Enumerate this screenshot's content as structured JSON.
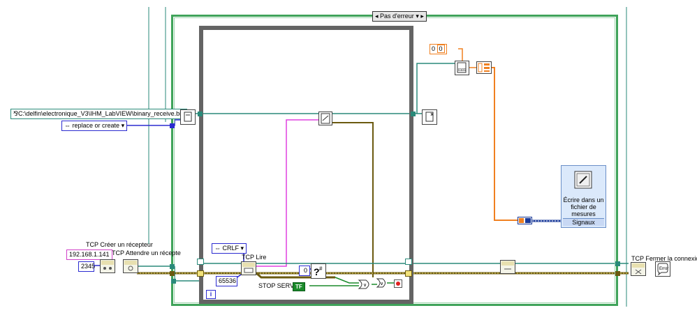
{
  "case_structure": {
    "selector_label": "Pas d'erreur",
    "selector_arrow": "▾"
  },
  "constants": {
    "file_path": "C:\\delfin\\electronique_V3\\IHM_LabVIEW\\binary_receive.bin",
    "file_path_prefix": "⅋",
    "open_operation": "replace or create",
    "enum_prefix": "⇔",
    "enum_arrow": "▾",
    "tcp_address": "192.168.1.141",
    "tcp_port": "2345",
    "bytes_to_read": "65536",
    "mode_crlf": "CRLF",
    "numeric_zero": "0",
    "array_zero_index": "0",
    "array_zero_value": "0",
    "bool_true": "TF"
  },
  "labels": {
    "tcp_create_listener": "TCP Créer un récepteur",
    "tcp_wait_listener": "TCP Attendre un récepte",
    "tcp_read": "TCP Lire",
    "stop_server": "STOP SERVER",
    "tcp_close": "TCP Fermer la connexion"
  },
  "express_vi": {
    "title": "Écrire dans un fichier de mesures",
    "signal_label": "Signaux",
    "icon": "pencil-write-icon"
  },
  "loop": {
    "iteration_symbol": "i"
  },
  "colors": {
    "case_frame": "#3fa35a",
    "while_frame": "#646464",
    "wire_path": "#2a8a7a",
    "wire_error": "#6b5a10",
    "wire_string": "#e040e0",
    "wire_numeric_dbl": "#f08020",
    "wire_enum": "#2b2bd0",
    "wire_bool": "#1a8a2a",
    "wire_dynamic": "#1a3a9a"
  }
}
